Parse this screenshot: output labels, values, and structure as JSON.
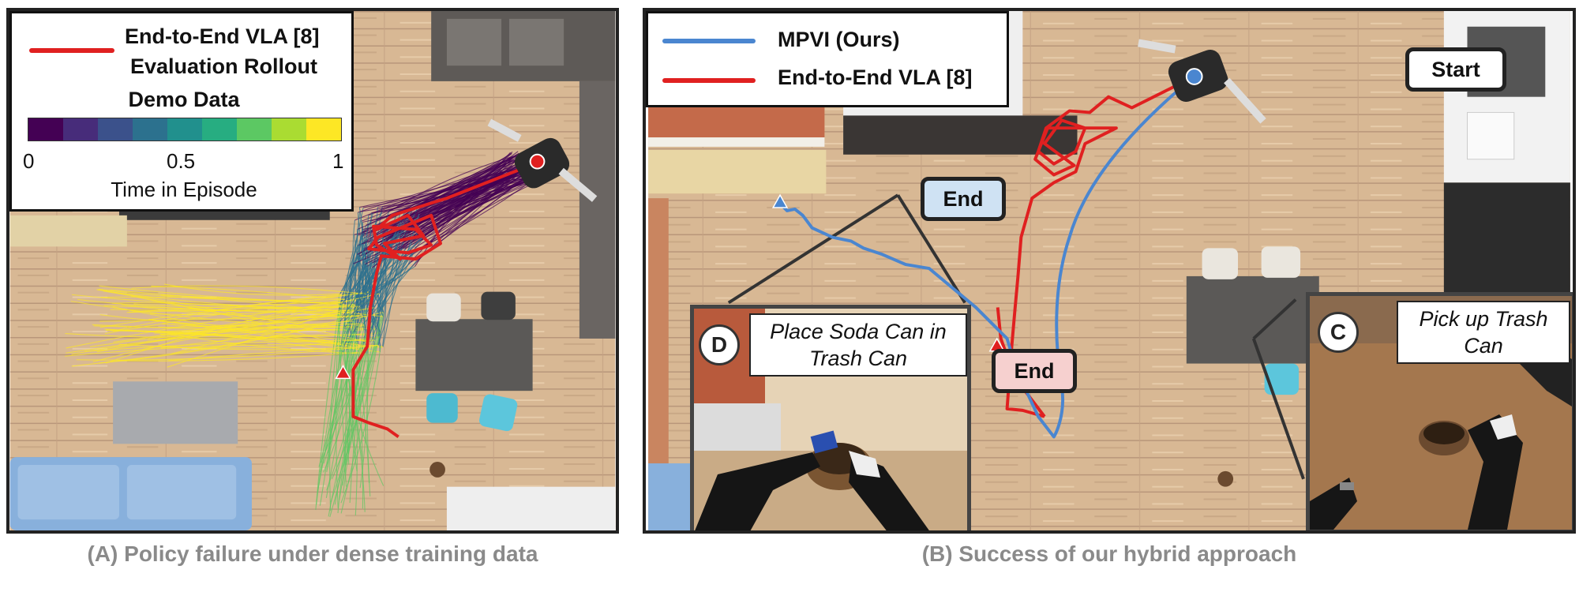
{
  "panel_a": {
    "caption": "(A) Policy failure under dense training data",
    "legend": {
      "rollout_line1": "End-to-End VLA [8]",
      "rollout_line2": "Evaluation Rollout",
      "rollout_color": "#e02020",
      "demo_label": "Demo Data",
      "colorbar_ticks": [
        "0",
        "0.5",
        "1"
      ],
      "colorbar_label": "Time in Episode",
      "colormap": [
        "#440154",
        "#472c7a",
        "#3b518b",
        "#2c718e",
        "#21908d",
        "#27ad81",
        "#5cc863",
        "#aadc32",
        "#fde725"
      ]
    }
  },
  "panel_b": {
    "caption": "(B) Success of our hybrid approach",
    "legend": {
      "series": [
        {
          "name": "MPVI (Ours)",
          "color": "#4a86d0"
        },
        {
          "name": "End-to-End VLA [8]",
          "color": "#e02020"
        }
      ]
    },
    "tags": {
      "start": "Start",
      "end_blue": "End",
      "end_red": "End"
    },
    "insets": {
      "d_badge": "D",
      "d_text": "Place Soda Can in Trash Can",
      "c_badge": "C",
      "c_text": "Pick up Trash Can"
    }
  }
}
